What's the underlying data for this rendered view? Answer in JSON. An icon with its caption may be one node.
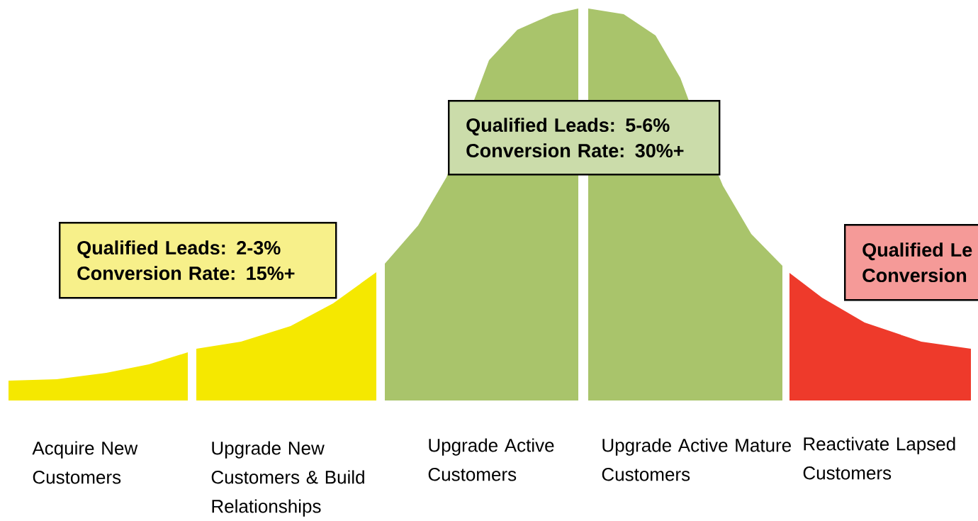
{
  "diagram": {
    "nodes": [
      {
        "text": [],
        "shape": "area",
        "beside": [
          "Acquire New Customers"
        ]
      },
      {
        "text": [],
        "shape": "area",
        "beside": [
          "Upgrade New Customers & Build Relationships"
        ]
      },
      {
        "text": [],
        "shape": "area",
        "beside": [
          "Upgrade Active Customers"
        ]
      },
      {
        "text": [],
        "shape": "area",
        "beside": [
          "Upgrade Active Mature Customers"
        ]
      },
      {
        "text": [],
        "shape": "area",
        "beside": [
          "Reactivate Lapsed Customers"
        ]
      },
      {
        "text": [
          "Qualified Leads: 2-3%",
          "Conversion Rate: 15%+"
        ]
      },
      {
        "text": [
          "Qualified Leads: 5-6%",
          "Conversion Rate: 30%+"
        ]
      },
      {
        "text": [
          "Qualified Le",
          "Conversion"
        ]
      }
    ]
  }
}
